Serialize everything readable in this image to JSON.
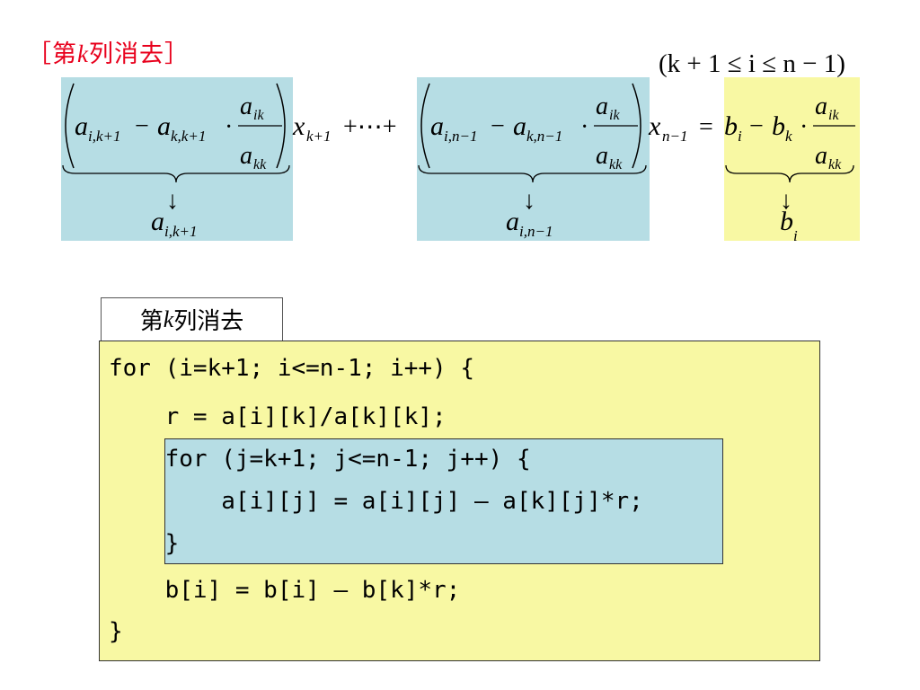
{
  "heading": {
    "open": "［第",
    "k": "k",
    "rest": "列消去］"
  },
  "condition": "(k + 1 ≤ i ≤ n − 1)",
  "equation": {
    "a": "a",
    "i_k1": "i,k+1",
    "k_k1": "k,k+1",
    "i_n1": "i,n−1",
    "k_n1": "k,n−1",
    "ik": "ik",
    "kk": "kk",
    "minus": "−",
    "dot": "·",
    "x": "x",
    "k1": "k+1",
    "n1": "n−1",
    "dots": "+⋯+",
    "equals": "=",
    "b": "b",
    "i": "i",
    "k": "k",
    "arrow": "↓",
    "result1_sub": "i,k+1",
    "result2_sub": "i,n−1",
    "result3_sub": "i"
  },
  "code_tab": {
    "prefix": "第",
    "k": "k",
    "suffix": "列消去"
  },
  "code": [
    "for (i=k+1; i<=n-1; i++) {",
    "    r = a[i][k]/a[k][k];",
    "    for (j=k+1; j<=n-1; j++) {",
    "        a[i][j] = a[i][j] – a[k][j]*r;",
    "    }",
    "    b[i] = b[i] – b[k]*r;",
    "}"
  ]
}
